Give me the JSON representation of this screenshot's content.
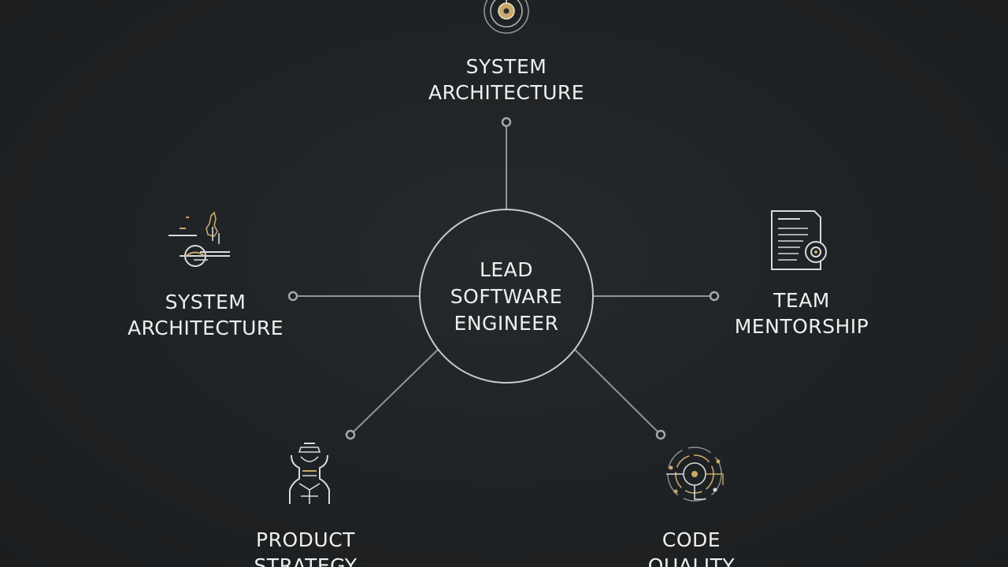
{
  "center": {
    "lines": [
      "LEAD",
      "SOFTWARE",
      "ENGINEER"
    ]
  },
  "nodes": [
    {
      "id": "top",
      "lines": [
        "SYSTEM",
        "ARCHITECTURE"
      ],
      "icon": "target-icon"
    },
    {
      "id": "left",
      "lines": [
        "SYSTEM",
        "ARCHITECTURE"
      ],
      "icon": "blueprint-tools-icon"
    },
    {
      "id": "right",
      "lines": [
        "TEAM",
        "MENTORSHIP"
      ],
      "icon": "document-gear-icon"
    },
    {
      "id": "bottom-left",
      "lines": [
        "PRODUCT",
        "STRATEGY"
      ],
      "icon": "robot-figure-icon"
    },
    {
      "id": "bottom-right",
      "lines": [
        "CODE",
        "QUALITY"
      ],
      "icon": "circuit-orbit-icon"
    }
  ],
  "colors": {
    "background": "#1f2224",
    "text": "#eef0f0",
    "line": "#8f9496",
    "accent": "#c9a86a"
  }
}
